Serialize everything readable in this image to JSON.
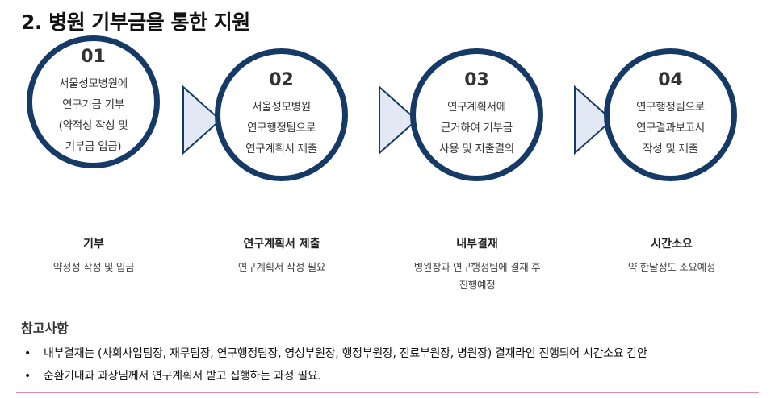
{
  "title": "2. 병원 기부금을 통한 지원",
  "steps": [
    {
      "num": "01",
      "lines": [
        "서울성모병원에",
        "연구기금 기부",
        "(약적성 작성 및",
        "기부금 입금)"
      ],
      "label": "기부",
      "desc": [
        "약정성 작성 및 입금"
      ]
    },
    {
      "num": "02",
      "lines": [
        "서울성모병원",
        "연구행정팀으로",
        "연구계획서 제출"
      ],
      "label": "연구계획서 제출",
      "desc": [
        "연구계획서 작성 필요"
      ]
    },
    {
      "num": "03",
      "lines": [
        "연구계획서에",
        "근거하여 기부금",
        "사용 및 지출결의"
      ],
      "label": "내부결재",
      "desc": [
        "병원장과 연구행정팀에 결재 후",
        "진행예정"
      ]
    },
    {
      "num": "04",
      "lines": [
        "연구행정팀으로",
        "연구결과보고서",
        "작성 및 제출"
      ],
      "label": "시간소요",
      "desc": [
        "약 한달정도 소요예정"
      ]
    }
  ],
  "notes": {
    "title": "참고사항",
    "bullet": "•",
    "items": [
      "내부결재는 (사회사업팀장, 재무팀장, 연구행정팀장, 영성부원장, 행정부원장, 진료부원장, 병원장) 결재라인 진행되어 시간소요 감안",
      "순환기내과 과장님께서 연구계획서 받고 집행하는 과정 필요."
    ]
  },
  "colors": {
    "circle_border": "#163a66",
    "arrow_fill": "#e3e8f5",
    "arrow_stroke": "#163a66",
    "rule": "#e48aa6"
  }
}
